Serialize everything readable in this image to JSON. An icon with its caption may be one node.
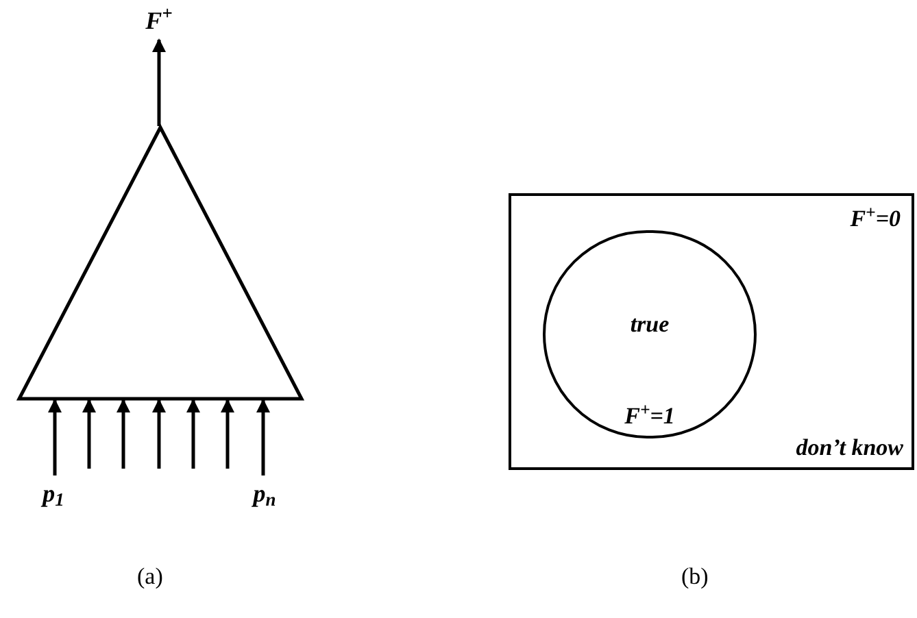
{
  "diagram": {
    "nodes": [
      {
        "text": [],
        "shape": "triangle"
      },
      {
        "text": [
          "F$^{+}$"
        ]
      },
      {
        "text": [
          "p$_{1}$"
        ]
      },
      {
        "text": [
          "p$_{n}$"
        ]
      },
      {
        "text": [
          "F$^{+}$=0",
          "don’t know"
        ]
      },
      {
        "text": [
          "true",
          "F$^{+}$=1"
        ],
        "in": 4
      }
    ],
    "edges": [
      {
        "from": 0,
        "to": 1,
        "arrow": "to"
      },
      {
        "from": 2,
        "to": 0,
        "arrow": "to"
      },
      {
        "from": null,
        "to": 0,
        "arrow": "to"
      },
      {
        "from": null,
        "to": 0,
        "arrow": "to"
      },
      {
        "from": null,
        "to": 0,
        "arrow": "to"
      },
      {
        "from": null,
        "to": 0,
        "arrow": "to"
      },
      {
        "from": null,
        "to": 0,
        "arrow": "to"
      },
      {
        "from": 3,
        "to": 0,
        "arrow": "to"
      }
    ],
    "labels": [
      "(a)",
      "(b)"
    ]
  }
}
